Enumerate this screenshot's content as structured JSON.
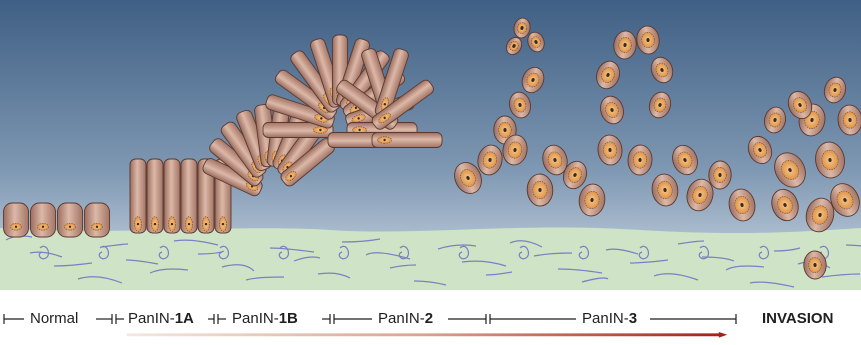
{
  "stages": {
    "normal": "Normal",
    "panin_prefix": "PanIN-",
    "panin_1a_grade": "1A",
    "panin_1b_grade": "1B",
    "panin_2_grade": "2",
    "panin_3_grade": "3",
    "invasion": "INVASION"
  },
  "colors": {
    "background_top": "#4e6d8f",
    "background_bottom": "#e9eef2",
    "stroma": "#cfe3c6",
    "cell_body": "#b88a78",
    "cell_highlight": "#e3c3b4",
    "nucleus": "#e6a25a",
    "fiber": "#6b6fc4",
    "progress_start": "#f2e4dc",
    "progress_end": "#a11f17"
  }
}
